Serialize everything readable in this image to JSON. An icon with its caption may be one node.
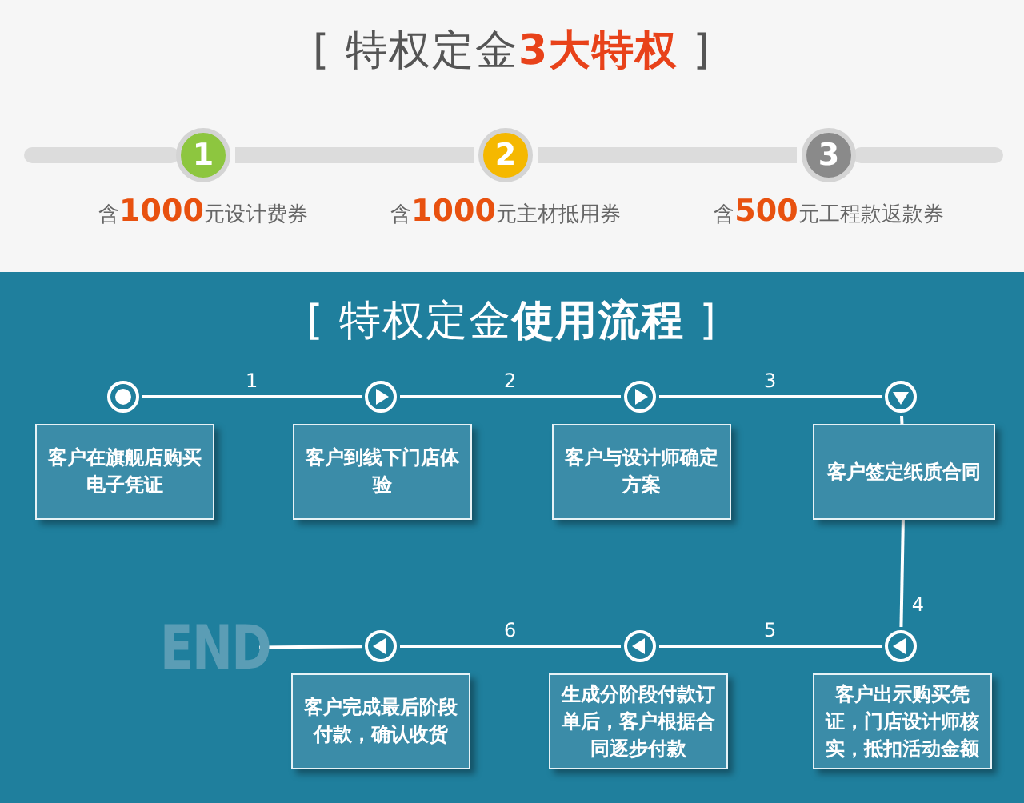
{
  "diagram": {
    "nodes": [
      {
        "text": [
          "1"
        ],
        "beside": [
          "含**1000**元设计费券"
        ]
      },
      {
        "text": [
          "2"
        ],
        "beside": [
          "含**1000**元主材抵用券"
        ]
      },
      {
        "text": [
          "3"
        ],
        "beside": [
          "含**500**元工程款返款券"
        ]
      },
      {
        "text": [],
        "shape": "circle"
      },
      {
        "text": [],
        "shape": "circle"
      },
      {
        "text": [],
        "shape": "circle"
      },
      {
        "text": [],
        "shape": "circle"
      },
      {
        "text": [],
        "shape": "circle"
      },
      {
        "text": [],
        "shape": "circle"
      },
      {
        "text": [],
        "shape": "circle"
      },
      {
        "text": [
          "END"
        ]
      },
      {
        "text": [
          "客户在旗舰店购买电子凭证"
        ]
      },
      {
        "text": [
          "客户到线下门店体验"
        ]
      },
      {
        "text": [
          "客户与设计师确定方案"
        ]
      },
      {
        "text": [
          "客户签定纸质合同"
        ]
      },
      {
        "text": [
          "客户出示购买凭证，门店设计师核实，抵扣活动金额"
        ]
      },
      {
        "text": [
          "生成分阶段付款订单后，客户根据合同逐步付款"
        ]
      },
      {
        "text": [
          "客户完成最后阶段付款，确认收货"
        ]
      }
    ],
    "edges": [
      {
        "from": 0,
        "to": 1,
        "arrow": "none",
        "style": "thick",
        "color": "#dcdcdc"
      },
      {
        "from": 1,
        "to": 2,
        "arrow": "none",
        "style": "thick",
        "color": "#dcdcdc"
      },
      {
        "from": 3,
        "to": 4,
        "arrow": "none",
        "label": "1"
      },
      {
        "from": 4,
        "to": 5,
        "arrow": "none",
        "label": "2"
      },
      {
        "from": 5,
        "to": 6,
        "arrow": "none",
        "label": "3"
      },
      {
        "from": 6,
        "to": 14,
        "arrow": "none"
      },
      {
        "from": 14,
        "to": 7,
        "arrow": "none",
        "label": "4"
      },
      {
        "from": 7,
        "to": 8,
        "arrow": "none",
        "label": "5"
      },
      {
        "from": 8,
        "to": 9,
        "arrow": "none",
        "label": "6"
      },
      {
        "from": 9,
        "to": 10,
        "arrow": "none"
      }
    ],
    "labels": [
      "[ 特权定金**3大特权** ]",
      "[ 特权定金**使用流程** ]"
    ]
  }
}
